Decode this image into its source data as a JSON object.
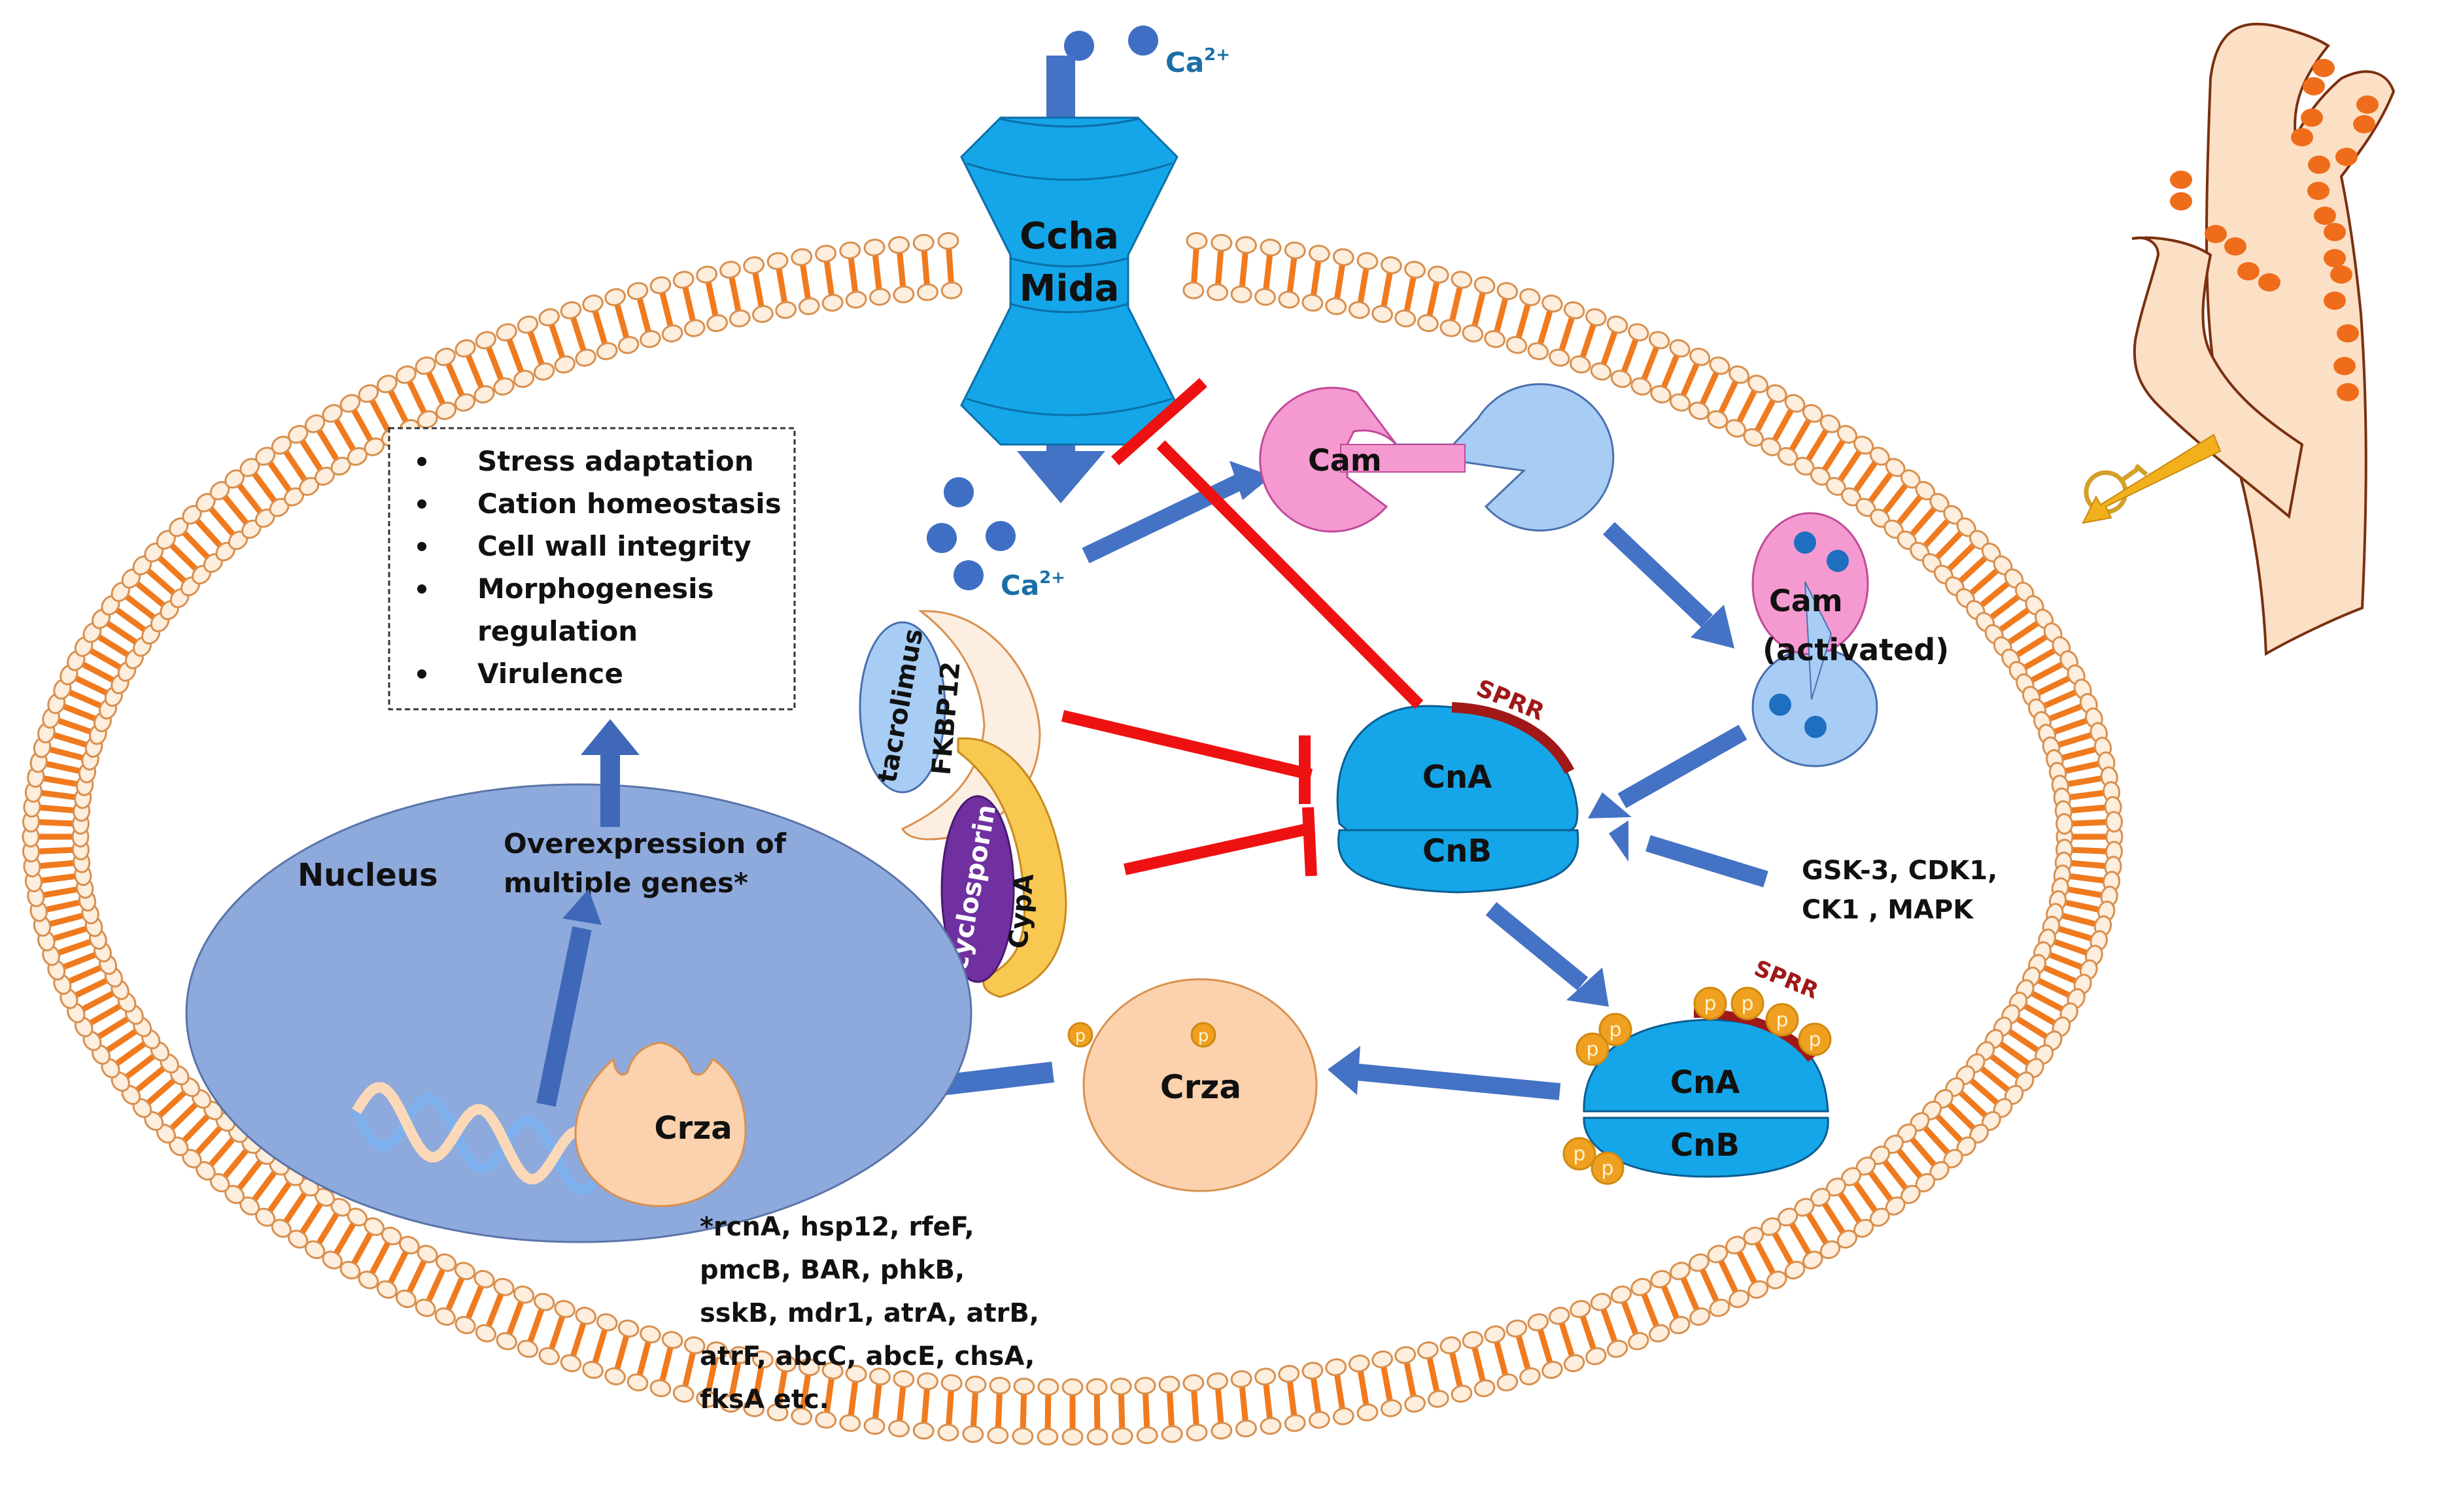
{
  "figure": {
    "title": "Calcineurin signaling pathway in fungal cell",
    "colors": {
      "membrane_tail": "#f07a1e",
      "membrane_head_fill": "#fdeedd",
      "membrane_head_stroke": "#d9904f",
      "channel": "#14a6e8",
      "calcineurin": "#14a6e8",
      "calcium": "#3f6fc4",
      "activation_arrow": "#4472c4",
      "inhibition": "#ee1111",
      "sprr": "#a01818",
      "phosphate": "#f0a020",
      "cam_pink": "#f59ad0",
      "cam_blue": "#a7cdf5",
      "nucleus": "#8ea9dc",
      "crza": "#fbd2ad",
      "fkbp12": "#fdeee2",
      "tacrolimus": "#a7cdf5",
      "cypa": "#f8c850",
      "cyclosporin": "#7030a0",
      "hypha": "#fbe0c6",
      "hypha_dot": "#ef6d1a",
      "spore_arrow": "#f2b01c"
    }
  },
  "channel": {
    "line1": "Ccha",
    "line2": "Mida"
  },
  "calcium": {
    "outside_label": "Ca",
    "outside_sup": "2+",
    "inside_label": "Ca",
    "inside_sup": "2+"
  },
  "calmodulin": {
    "inactive_label": "Cam",
    "active_line1": "Cam",
    "active_line2": "(activated)"
  },
  "calcineurin": {
    "subunit_a": "CnA",
    "subunit_b": "CnB",
    "sprr_label": "SPRR",
    "phospho_label": "CnA",
    "phospho_b_label": "CnB",
    "phospho_sprr_label": "SPRR"
  },
  "kinases": {
    "line1": "GSK-3,  CDK1,",
    "line2": "CK1 , MAPK"
  },
  "drugs": {
    "tacrolimus": "tacrolimus",
    "fkbp12": "FKBP12",
    "cyclosporin": "cyclosporin",
    "cypa": "CypA"
  },
  "crza": {
    "cytoplasm_label": "Crza",
    "nucleus_label": "Crza",
    "phosphate_symbol": "p"
  },
  "nucleus": {
    "label": "Nucleus",
    "expression_line1": "Overexpression of",
    "expression_line2": "multiple genes*"
  },
  "outcomes": {
    "items": [
      {
        "line1": "Stress adaptation"
      },
      {
        "line1": "Cation homeostasis"
      },
      {
        "line1": "Cell wall integrity"
      },
      {
        "line1": "Morphogenesis",
        "line2": "regulation"
      },
      {
        "line1": "Virulence"
      }
    ]
  },
  "genes_footnote": {
    "lines": [
      "*rcnA, hsp12, rfeF,",
      "pmcB, BAR, phkB,",
      "sskB, mdr1, atrA, atrB,",
      "atrF, abcC, abcE, chsA,",
      "fksA etc."
    ]
  },
  "icons": {
    "hypha": "fungal-hypha-icon",
    "spore": "conidium-spore-icon",
    "dna": "dna-helix-icon"
  }
}
